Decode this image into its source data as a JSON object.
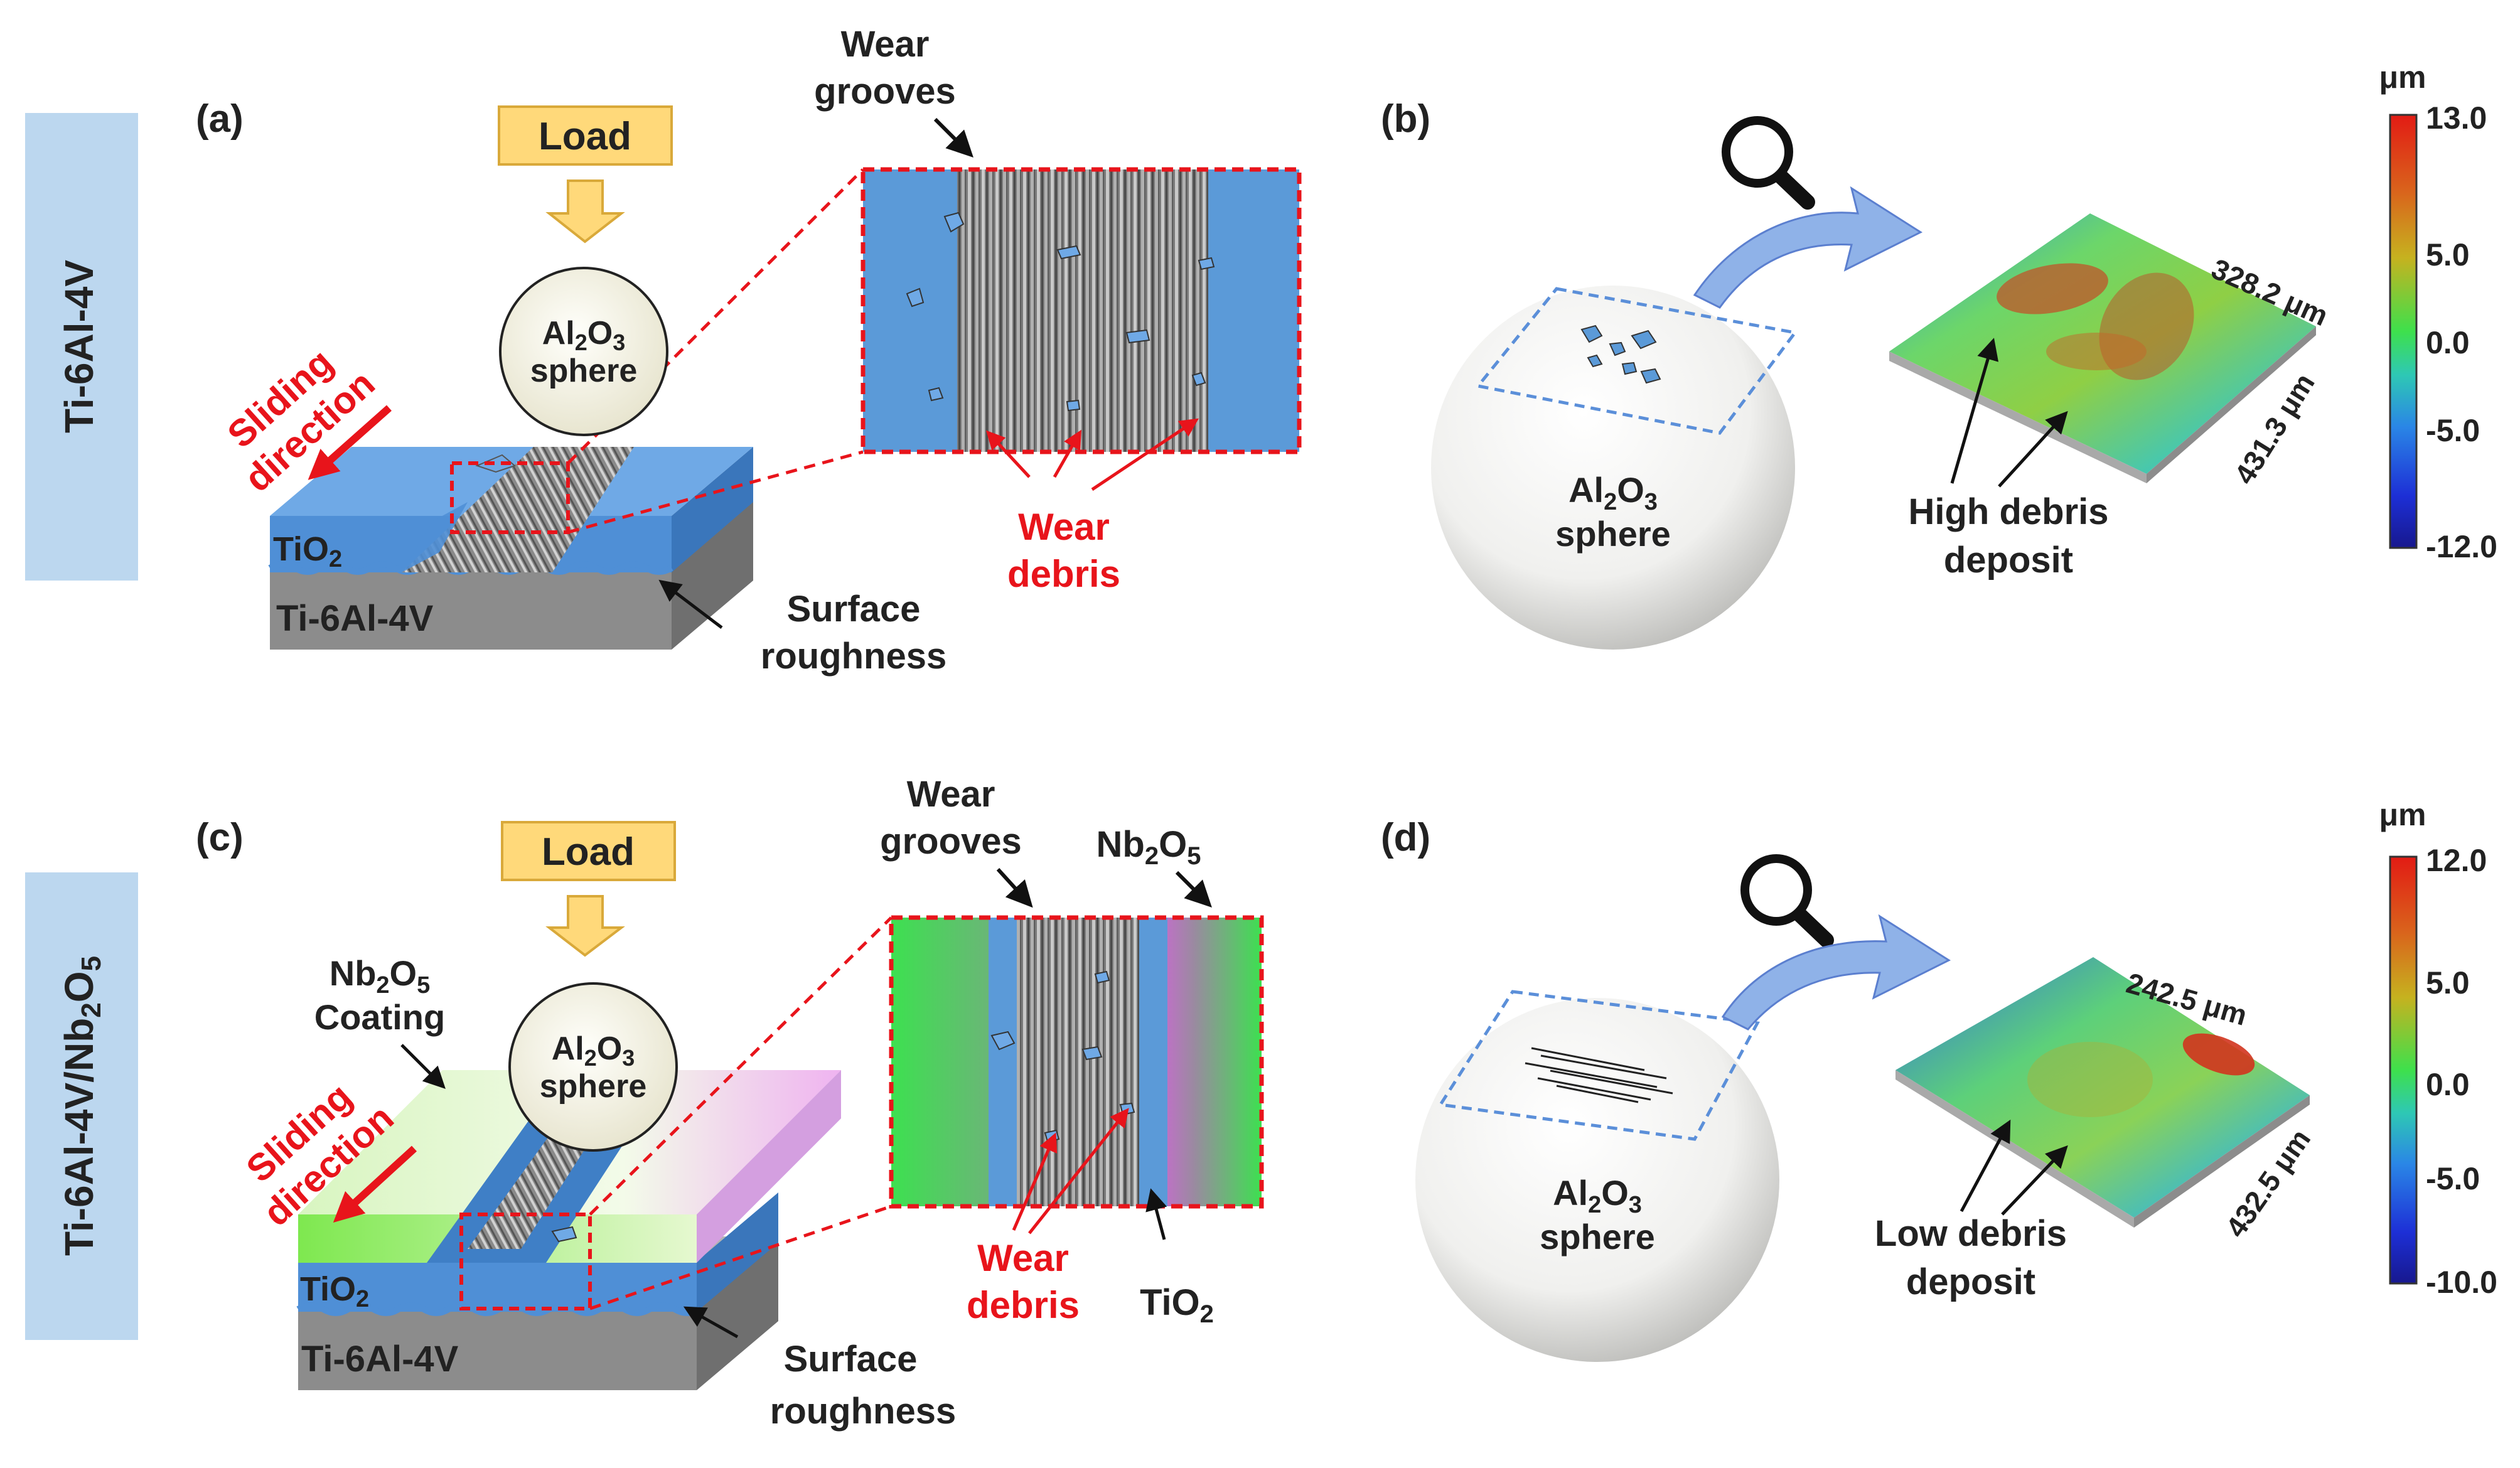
{
  "colors": {
    "side_label_bg": "#bcd7ef",
    "tio2_blue": "#5b9ad8",
    "substrate_gray": "#8c8c8c",
    "load_box": "#ffd97a",
    "annotation_red": "#e8141b",
    "dashed_blue": "#5b8fd9",
    "coating_green": "#c9f0b0",
    "coating_magenta": "#e05be8",
    "grooves_gray": "#6e6e6e"
  },
  "icons": [
    "magnifier-icon",
    "curved-arrow-icon",
    "down-arrow-icon",
    "sliding-arrow-icon"
  ],
  "side_labels": {
    "top": "Ti-6Al-4V",
    "bottom": "Ti-6Al-4V/Nb2O5"
  },
  "panels": {
    "a": {
      "letter": "(a)",
      "load": "Load",
      "sphere_line1": "Al2O3",
      "sphere_line2": "sphere",
      "sliding_line1": "Sliding",
      "sliding_line2": "direction",
      "tio2": "TiO2",
      "substrate": "Ti-6Al-4V",
      "surface_line1": "Surface",
      "surface_line2": "roughness",
      "grooves_line1": "Wear",
      "grooves_line2": "grooves",
      "debris_line1": "Wear",
      "debris_line2": "debris"
    },
    "b": {
      "letter": "(b)",
      "sphere_line1": "Al2O3",
      "sphere_line2": "sphere",
      "dim_top": "328.2 μm",
      "dim_side": "431.3 μm",
      "deposit_line1": "High debris",
      "deposit_line2": "deposit",
      "scale_unit": "μm",
      "scale_ticks": [
        "13.0",
        "5.0",
        "0.0",
        "-5.0",
        "-12.0"
      ]
    },
    "c": {
      "letter": "(c)",
      "load": "Load",
      "sphere_line1": "Al2O3",
      "sphere_line2": "sphere",
      "coating_line1": "Nb2O5",
      "coating_line2": "Coating",
      "sliding_line1": "Sliding",
      "sliding_line2": "direction",
      "tio2": "TiO2",
      "substrate": "Ti-6Al-4V",
      "surface_line1": "Surface",
      "surface_line2": "roughness",
      "grooves_line1": "Wear",
      "grooves_line2": "grooves",
      "nb2o5": "Nb2O5",
      "debris_line1": "Wear",
      "debris_line2": "debris",
      "tio2_inset": "TiO2"
    },
    "d": {
      "letter": "(d)",
      "sphere_line1": "Al2O3",
      "sphere_line2": "sphere",
      "dim_top": "242.5 μm",
      "dim_side": "432.5 μm",
      "deposit_line1": "Low debris",
      "deposit_line2": "deposit",
      "scale_unit": "μm",
      "scale_ticks": [
        "12.0",
        "5.0",
        "0.0",
        "-5.0",
        "-10.0"
      ]
    }
  }
}
